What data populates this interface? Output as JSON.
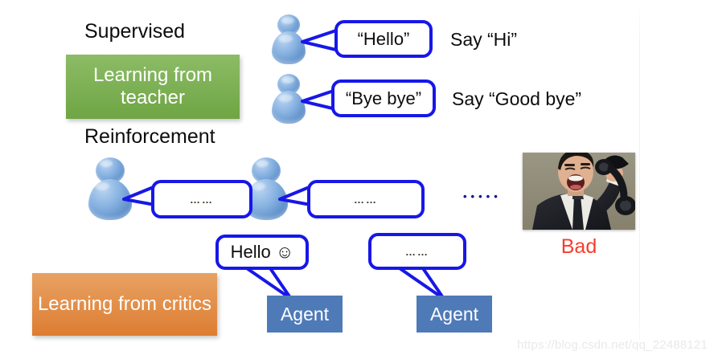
{
  "slide": {
    "headings": {
      "supervised": "Supervised",
      "reinforcement": "Reinforcement"
    },
    "category_boxes": [
      {
        "id": "learning-from-teacher",
        "label": "Learning from teacher",
        "color": "#7cb255"
      },
      {
        "id": "learning-from-critics",
        "label": "Learning from critics",
        "color": "#e08b41"
      }
    ],
    "supervised_rows": [
      {
        "bubble": "“Hello”",
        "caption": "Say “Hi”"
      },
      {
        "bubble": "“Bye bye”",
        "caption": "Say “Good bye”"
      }
    ],
    "reinforcement_row": {
      "bubbles": [
        "……",
        "……"
      ],
      "sequence_dots": "•••••"
    },
    "agents": [
      {
        "bubble": "Hello ☺",
        "label": "Agent"
      },
      {
        "bubble": "……",
        "label": "Agent"
      }
    ],
    "outcome": {
      "image_alt": "angry-man-shouting-into-telephone-photo",
      "label": "Bad",
      "label_color": "#f93b2c"
    },
    "watermark": "https://blog.csdn.net/qq_22488121",
    "colors": {
      "bubble_border": "#1717e8",
      "agent_box": "#4f7ab8",
      "avatar_blue": "#6f9fd6",
      "text": "#0d0d0d"
    }
  }
}
